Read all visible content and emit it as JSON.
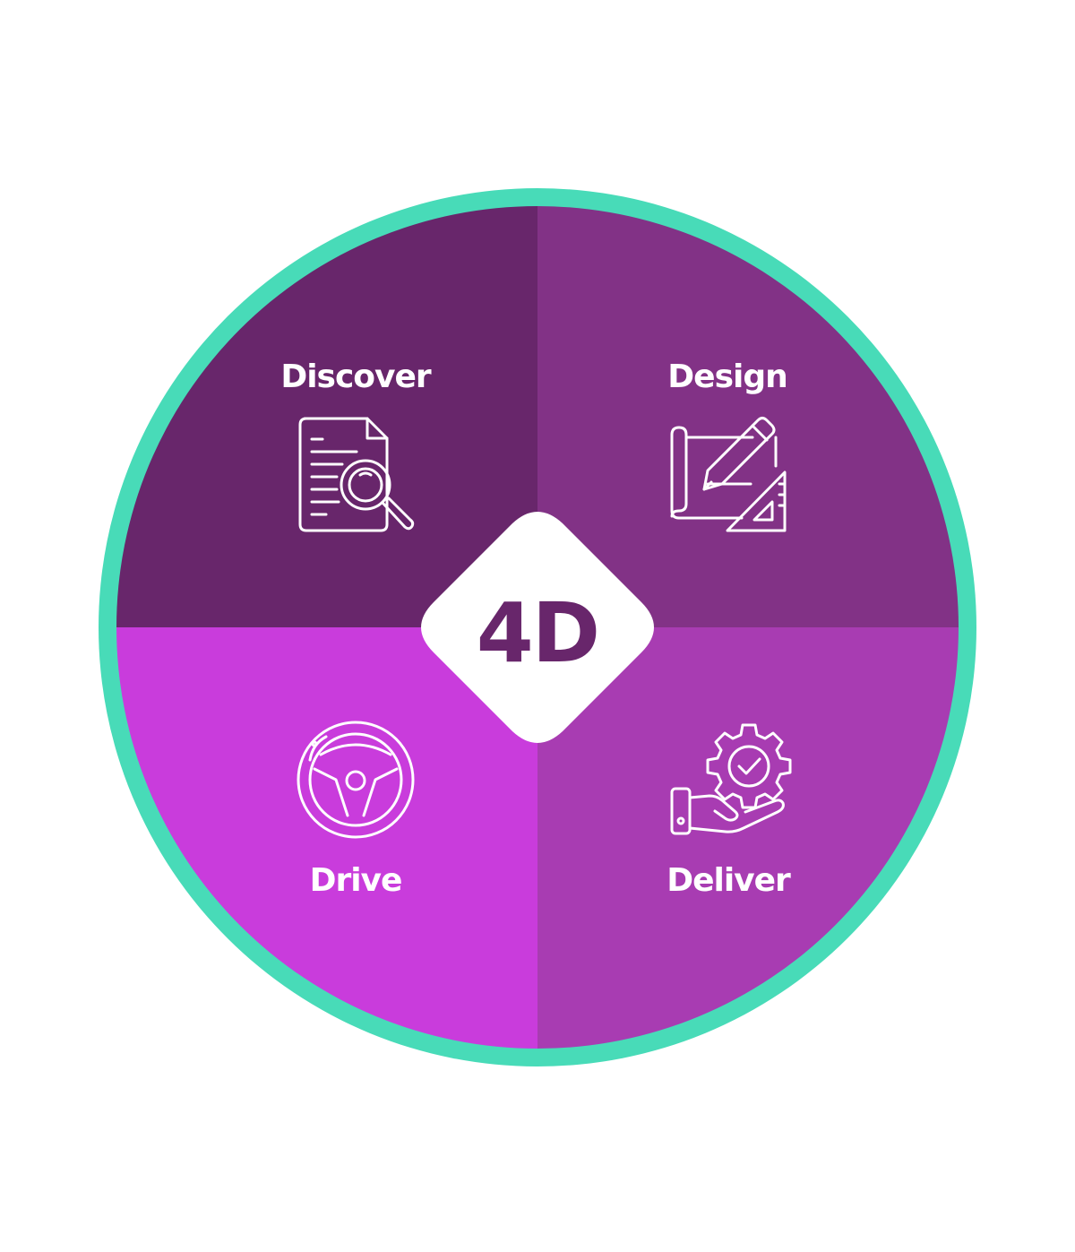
{
  "center": {
    "label": "4D"
  },
  "quadrants": [
    {
      "id": "discover",
      "label": "Discover",
      "icon": "document-search-icon"
    },
    {
      "id": "design",
      "label": "Design",
      "icon": "blueprint-pencil-icon"
    },
    {
      "id": "drive",
      "label": "Drive",
      "icon": "steering-wheel-icon"
    },
    {
      "id": "deliver",
      "label": "Deliver",
      "icon": "hand-gear-check-icon"
    }
  ],
  "colors": {
    "ring": "#48dbb8",
    "discover": "#68266b",
    "design": "#823286",
    "drive": "#c93cdc",
    "deliver": "#a83cb2",
    "center_fill": "#ffffff",
    "center_text": "#68266b",
    "icon": "#ffffff"
  }
}
